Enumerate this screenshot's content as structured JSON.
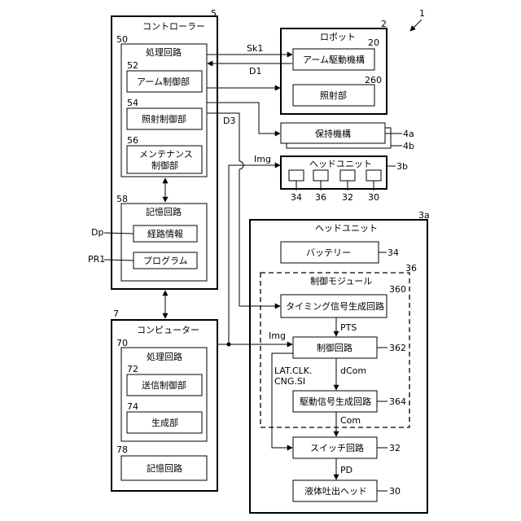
{
  "figure_number": "1",
  "controller": {
    "label": "コントローラー",
    "ref": "5",
    "processing": {
      "label": "処理回路",
      "ref": "50"
    },
    "arm_control": {
      "label": "アーム制御部",
      "ref": "52"
    },
    "irradiation_control": {
      "label": "照射制御部",
      "ref": "54"
    },
    "maintenance_control": {
      "label_line1": "メンテナンス",
      "label_line2": "制御部",
      "ref": "56"
    },
    "storage": {
      "label": "記憶回路",
      "ref": "58"
    },
    "route_info": {
      "label": "経路情報",
      "ref": "Dp"
    },
    "program": {
      "label": "プログラム",
      "ref": "PR1"
    }
  },
  "robot": {
    "label": "ロボット",
    "ref": "2",
    "arm_drive": {
      "label": "アーム駆動機構",
      "ref": "20"
    },
    "irradiation": {
      "label": "照射部",
      "ref": "260"
    }
  },
  "holding": {
    "label": "保持機構",
    "ref_a": "4a",
    "ref_b": "4b"
  },
  "head_unit_small": {
    "label": "ヘッドユニット",
    "ref": "3b",
    "slots": [
      "34",
      "36",
      "32",
      "30"
    ]
  },
  "computer": {
    "label": "コンピューター",
    "ref": "7",
    "processing": {
      "label": "処理回路",
      "ref": "70"
    },
    "transmit_control": {
      "label": "送信制御部",
      "ref": "72"
    },
    "generation": {
      "label": "生成部",
      "ref": "74"
    },
    "storage": {
      "label": "記憶回路",
      "ref": "78"
    }
  },
  "head_unit": {
    "label": "ヘッドユニット",
    "ref": "3a",
    "battery": {
      "label": "バッテリー",
      "ref": "34"
    },
    "control_module": {
      "label": "制御モジュール",
      "ref": "36"
    },
    "timing": {
      "label": "タイミング信号生成回路",
      "ref": "360"
    },
    "control_circuit": {
      "label": "制御回路",
      "ref": "362"
    },
    "drive_signal": {
      "label": "駆動信号生成回路",
      "ref": "364"
    },
    "switch": {
      "label": "スイッチ回路",
      "ref": "32"
    },
    "liquid_head": {
      "label": "液体吐出ヘッド",
      "ref": "30"
    }
  },
  "signals": {
    "sk1": "Sk1",
    "d1": "D1",
    "d3": "D3",
    "img_top": "Img",
    "img_mid": "Img",
    "pts": "PTS",
    "lat_line1": "LAT.CLK.",
    "lat_line2": "CNG.SI",
    "dcom": "dCom",
    "com": "Com",
    "pd": "PD"
  }
}
